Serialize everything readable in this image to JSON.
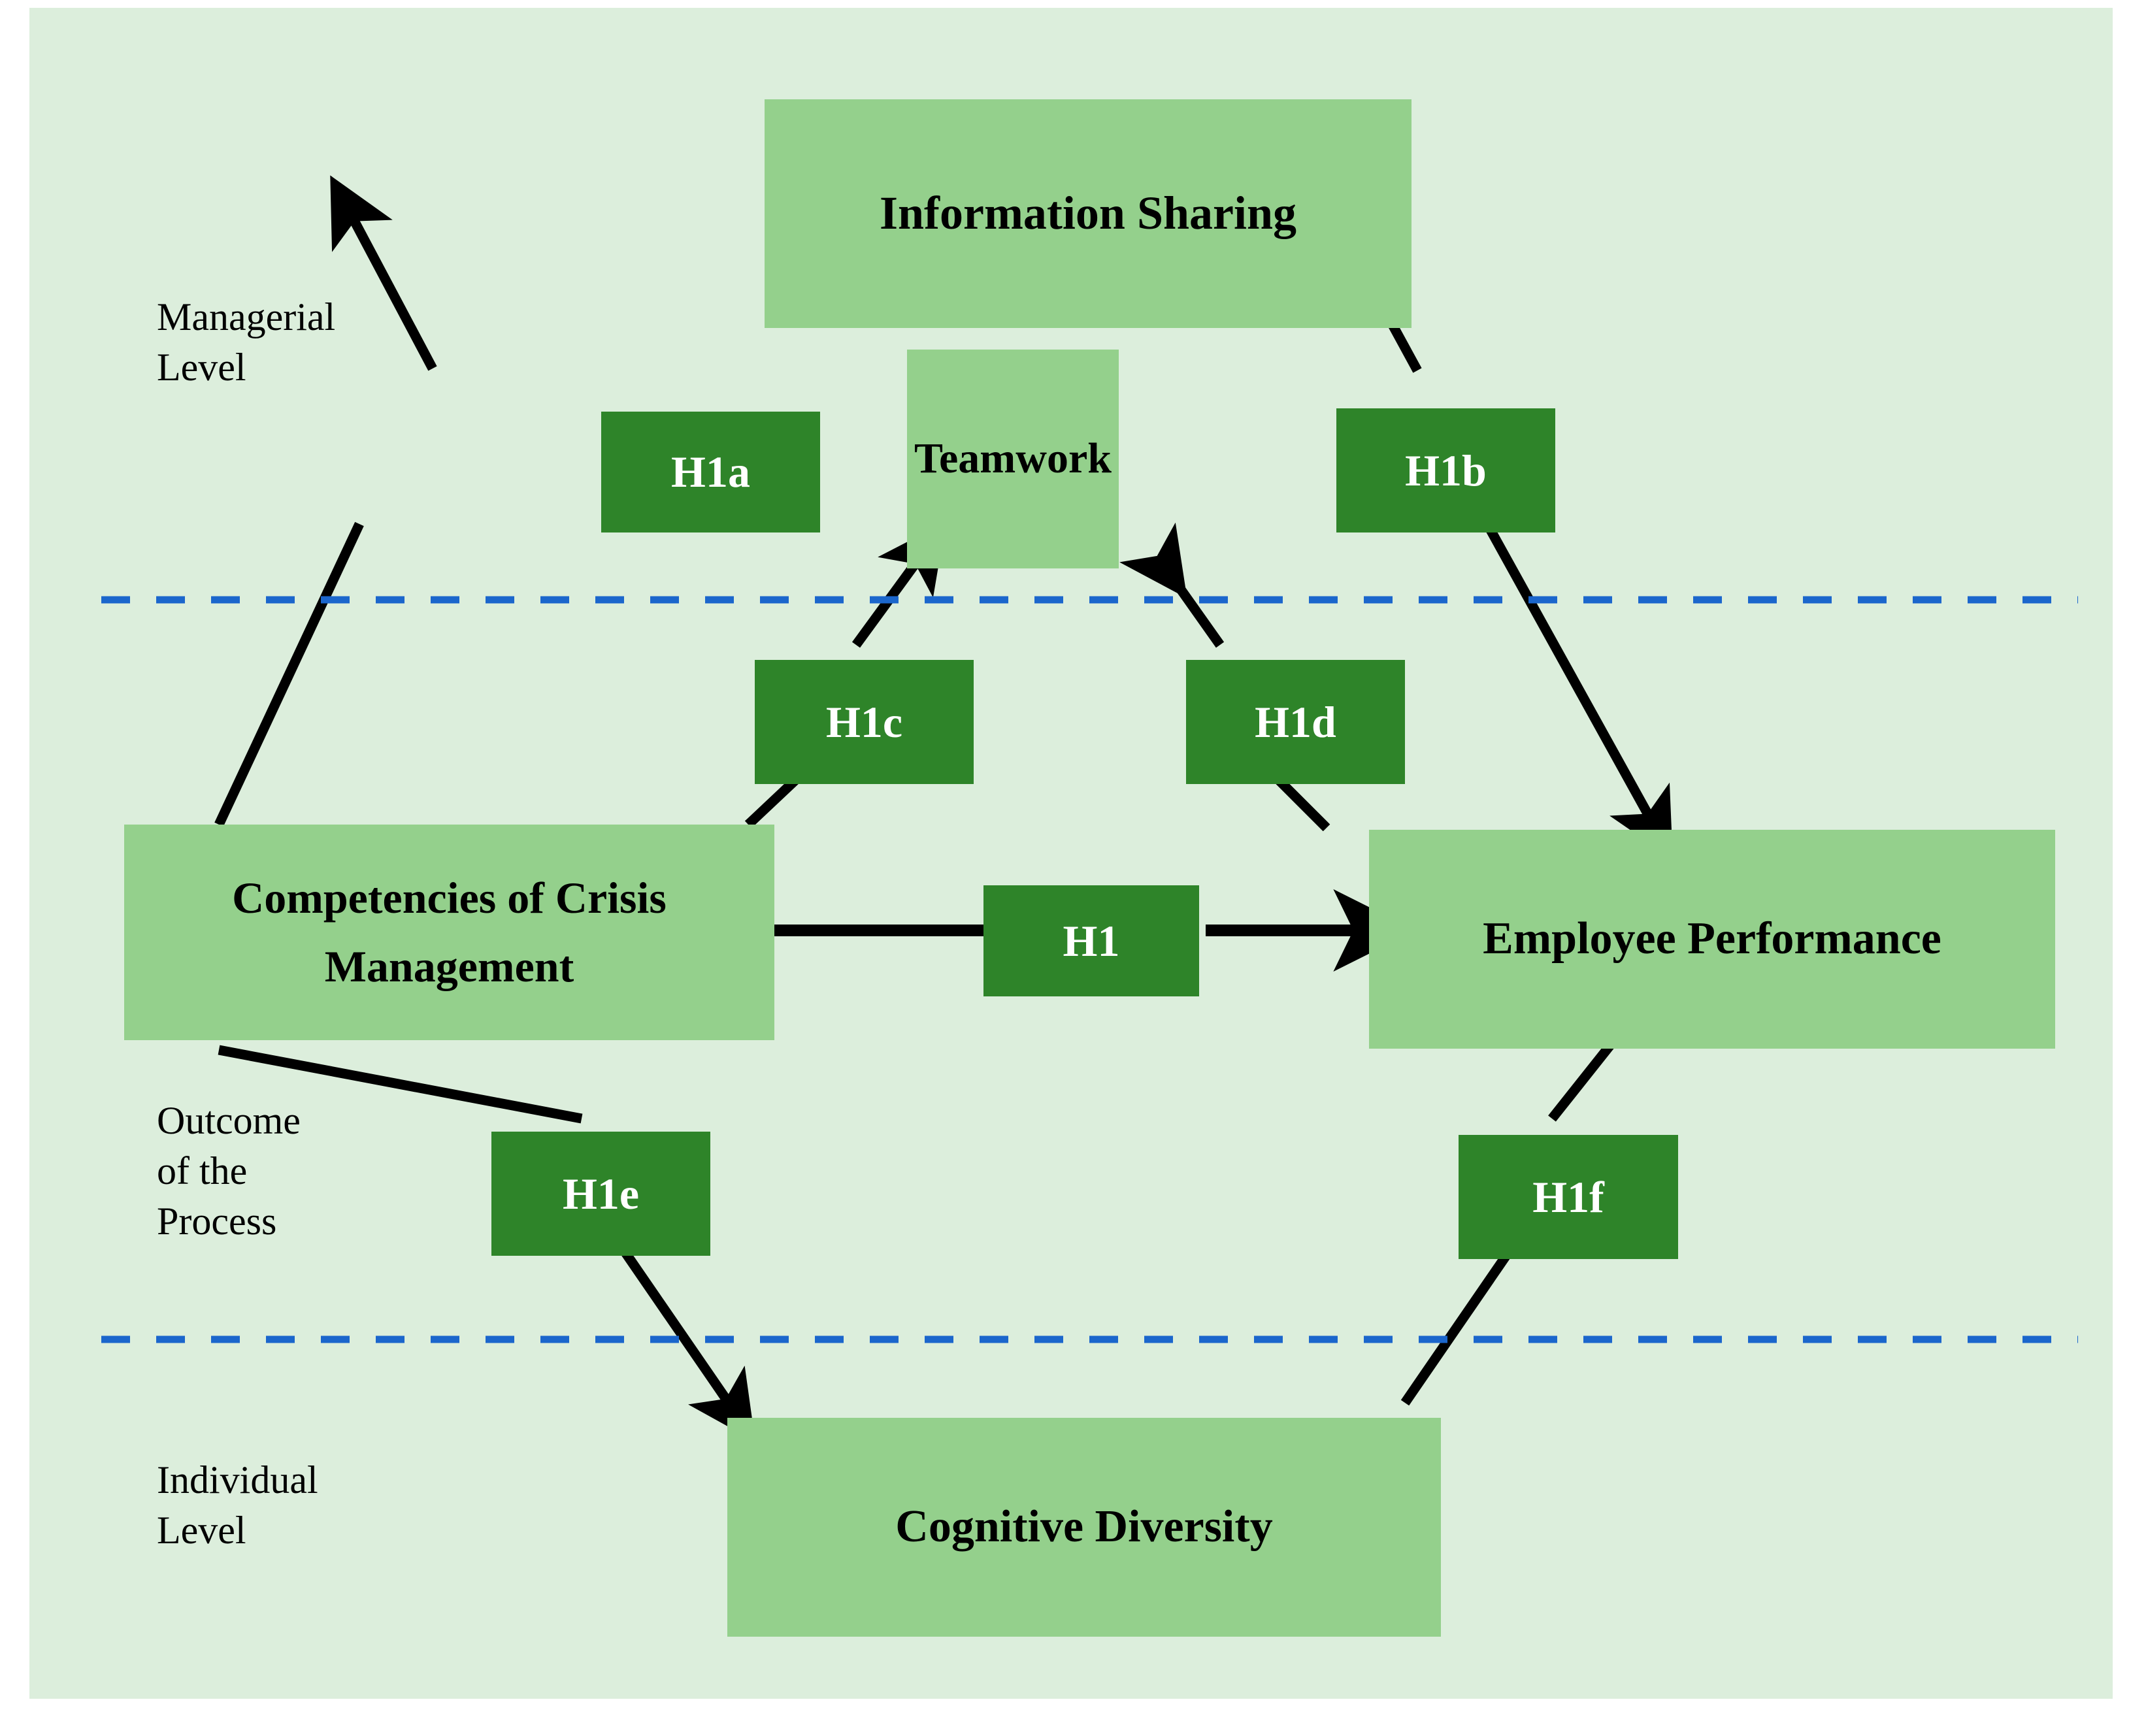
{
  "figure": {
    "type": "conceptual-research-model",
    "background_color": "#DCEEDC",
    "concept_box_color": "#94D08C",
    "hypothesis_box_color": "#2E8429",
    "divider_color": "#1B66CC",
    "arrow_color": "#000000",
    "hypothesis_text_color": "#FFFFFF",
    "concept_text_color": "#000000"
  },
  "level_labels": [
    {
      "id": "managerial-level",
      "text": "Managerial\nLevel"
    },
    {
      "id": "outcome-of-the-process",
      "text": "Outcome\nof the\nProcess"
    },
    {
      "id": "individual-level",
      "text": "Individual\nLevel"
    }
  ],
  "concepts": [
    {
      "id": "information-sharing",
      "label": "Information Sharing"
    },
    {
      "id": "teamwork",
      "label": "Teamwork"
    },
    {
      "id": "competencies-of-crisis-management",
      "label": "Competencies of Crisis Management"
    },
    {
      "id": "employee-performance",
      "label": "Employee Performance"
    },
    {
      "id": "cognitive-diversity",
      "label": "Cognitive Diversity"
    }
  ],
  "hypotheses": [
    {
      "id": "h1",
      "label": "H1",
      "from": "competencies-of-crisis-management",
      "to": "employee-performance"
    },
    {
      "id": "h1a",
      "label": "H1a",
      "from": "competencies-of-crisis-management",
      "to": "information-sharing"
    },
    {
      "id": "h1b",
      "label": "H1b",
      "from": "information-sharing",
      "to": "employee-performance"
    },
    {
      "id": "h1c",
      "label": "H1c",
      "from": "competencies-of-crisis-management",
      "to": "teamwork"
    },
    {
      "id": "h1d",
      "label": "H1d",
      "from": "teamwork",
      "to": "employee-performance"
    },
    {
      "id": "h1e",
      "label": "H1e",
      "from": "competencies-of-crisis-management",
      "to": "cognitive-diversity"
    },
    {
      "id": "h1f",
      "label": "H1f",
      "from": "cognitive-diversity",
      "to": "employee-performance"
    }
  ],
  "dividers": [
    {
      "id": "divider-managerial-outcome"
    },
    {
      "id": "divider-outcome-individual"
    }
  ]
}
